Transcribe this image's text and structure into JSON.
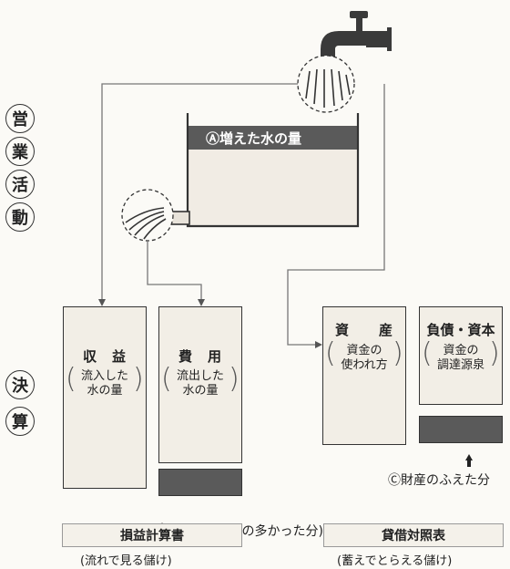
{
  "sidebar": {
    "activity_chars": [
      "営",
      "業",
      "活",
      "動"
    ],
    "settlement_chars": [
      "決",
      "算"
    ]
  },
  "tank": {
    "label": "Ⓐ増えた水の量"
  },
  "income_statement": {
    "revenue": {
      "title": "収　益",
      "sub_line1": "流入した",
      "sub_line2": "水の量"
    },
    "expense": {
      "title": "費　用",
      "sub_line1": "流出した",
      "sub_line2": "水の量"
    },
    "profit_caption": "Ⓑ利益(流入の多かった分)",
    "name": "損益計算書",
    "description": "(流れで見る儲け)"
  },
  "balance_sheet": {
    "assets": {
      "title": "資　　産",
      "sub_line1": "資金の",
      "sub_line2": "使われ方"
    },
    "liabilities": {
      "title": "負債・資本",
      "sub_line1": "資金の",
      "sub_line2": "調達源泉"
    },
    "increase_caption": "Ⓒ財産のふえた分",
    "name": "貸借対照表",
    "description": "(蓄えでとらえる儲け)"
  },
  "colors": {
    "water": "#5a5a5a",
    "tank_fill": "#f1ece4",
    "box_fill": "#f2eee6"
  }
}
